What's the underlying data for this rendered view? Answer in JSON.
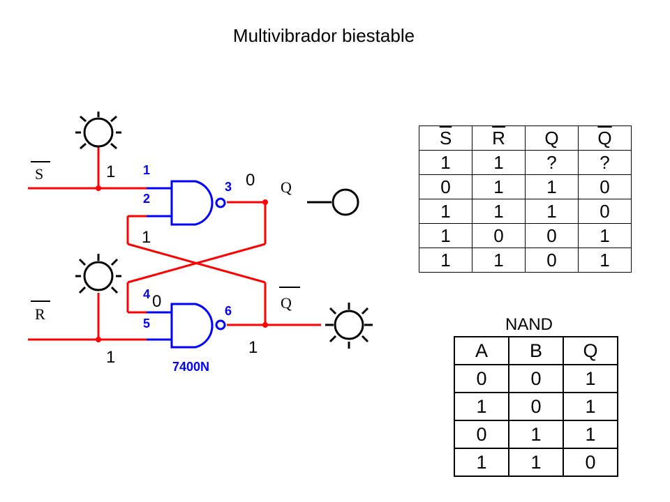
{
  "title": "Multivibrador biestable",
  "circuit": {
    "input_s_label": "S",
    "input_r_label": "R",
    "output_q_label": "Q",
    "output_qbar_label": "Q",
    "chip_label": "7400N",
    "pins": [
      "1",
      "2",
      "3",
      "4",
      "5",
      "6"
    ],
    "logic_values": {
      "s_in": "1",
      "q_out": "0",
      "gate1_in2": "1",
      "gate2_in1": "0",
      "qbar_out": "1",
      "r_in": "1"
    },
    "colors": {
      "wire": "#ff0000",
      "gate": "#0000ff",
      "lamp": "#000000"
    }
  },
  "sr_table": {
    "headers": [
      "S",
      "R",
      "Q",
      "Q"
    ],
    "header_overbar": [
      true,
      true,
      false,
      true
    ],
    "rows": [
      [
        "1",
        "1",
        "?",
        "?"
      ],
      [
        "0",
        "1",
        "1",
        "0"
      ],
      [
        "1",
        "1",
        "1",
        "0"
      ],
      [
        "1",
        "0",
        "0",
        "1"
      ],
      [
        "1",
        "1",
        "0",
        "1"
      ]
    ]
  },
  "nand_table": {
    "title": "NAND",
    "headers": [
      "A",
      "B",
      "Q"
    ],
    "rows": [
      [
        "0",
        "0",
        "1"
      ],
      [
        "1",
        "0",
        "1"
      ],
      [
        "0",
        "1",
        "1"
      ],
      [
        "1",
        "1",
        "0"
      ]
    ]
  }
}
